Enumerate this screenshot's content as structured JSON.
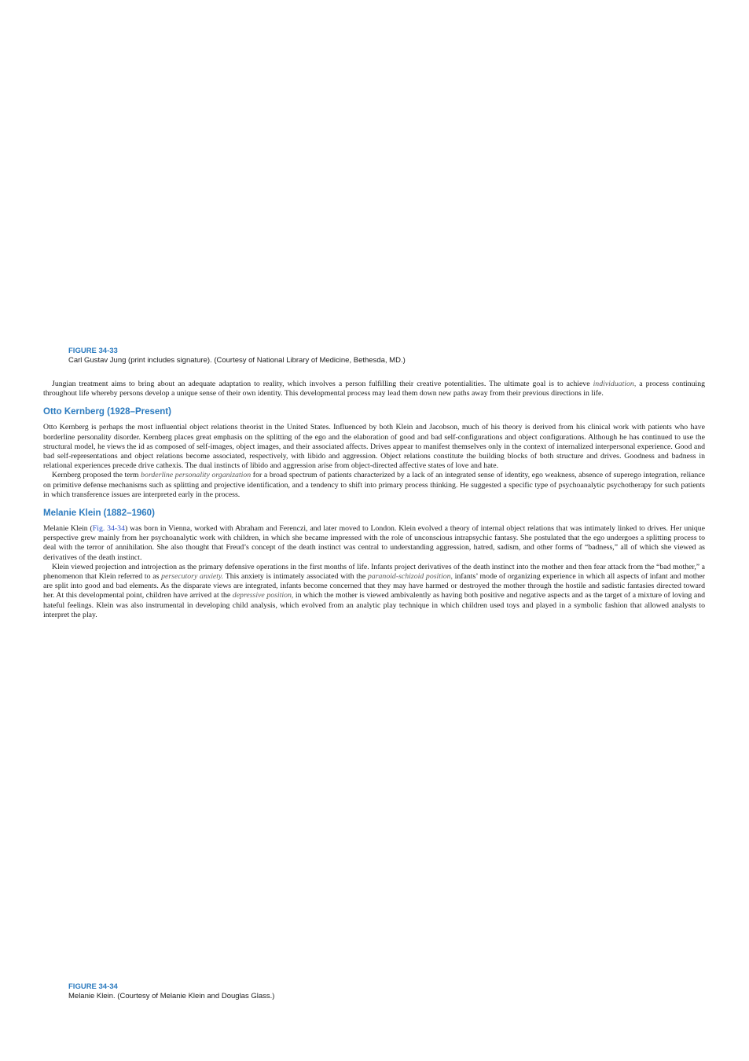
{
  "figure_33": {
    "label": "FIGURE 34-33",
    "caption": "Carl Gustav Jung (print includes signature). (Courtesy of National Library of Medicine, Bethesda, MD.)"
  },
  "jung_para": {
    "before": "Jungian treatment aims to bring about an adequate adaptation to reality, which involves a person fulfilling their creative potentialities. The ultimate goal is to achieve ",
    "term": "individuation,",
    "after": " a process continuing throughout life whereby persons develop a unique sense of their own identity. This developmental process may lead them down new paths away from their previous directions in life."
  },
  "kernberg": {
    "heading": "Otto Kernberg (1928–Present)",
    "para1": "Otto Kernberg is perhaps the most influential object relations theorist in the United States. Influenced by both Klein and Jacobson, much of his theory is derived from his clinical work with patients who have borderline personality disorder. Kernberg places great emphasis on the splitting of the ego and the elaboration of good and bad self-configurations and object configurations. Although he has continued to use the structural model, he views the id as composed of self-images, object images, and their associated affects. Drives appear to manifest themselves only in the context of internalized interpersonal experience. Good and bad self-representations and object relations become associated, respectively, with libido and aggression. Object relations constitute the building blocks of both structure and drives. Goodness and badness in relational experiences precede drive cathexis. The dual instincts of libido and aggression arise from object-directed affective states of love and hate.",
    "para2_before": "Kernberg proposed the term ",
    "para2_term": "borderline personality organization",
    "para2_after": " for a broad spectrum of patients characterized by a lack of an integrated sense of identity, ego weakness, absence of superego integration, reliance on primitive defense mechanisms such as splitting and projective identification, and a tendency to shift into primary process thinking. He suggested a specific type of psychoanalytic psychotherapy for such patients in which transference issues are interpreted early in the process."
  },
  "klein": {
    "heading": "Melanie Klein (1882–1960)",
    "para1_before": "Melanie Klein (",
    "para1_link": "Fig. 34-34",
    "para1_after": ") was born in Vienna, worked with Abraham and Ferenczi, and later moved to London. Klein evolved a theory of internal object relations that was intimately linked to drives. Her unique perspective grew mainly from her psychoanalytic work with children, in which she became impressed with the role of unconscious intrapsychic fantasy. She postulated that the ego undergoes a splitting process to deal with the terror of annihilation. She also thought that Freud’s concept of the death instinct was central to understanding aggression, hatred, sadism, and other forms of “badness,” all of which she viewed as derivatives of the death instinct.",
    "para2_a": "Klein viewed projection and introjection as the primary defensive operations in the first months of life. Infants project derivatives of the death instinct into the mother and then fear attack from the “bad mother,” a phenomenon that Klein referred to as ",
    "para2_term1": "persecutory anxiety.",
    "para2_b": " This anxiety is intimately associated with the ",
    "para2_term2": "paranoid-schizoid position,",
    "para2_c": " infants’ mode of organizing experience in which all aspects of infant and mother are split into good and bad elements. As the disparate views are integrated, infants become concerned that they may have harmed or destroyed the mother through the hostile and sadistic fantasies directed toward her. At this developmental point, children have arrived at the ",
    "para2_term3": "depressive position,",
    "para2_d": " in which the mother is viewed ambivalently as having both positive and negative aspects and as the target of a mixture of loving and hateful feelings. Klein was also instrumental in developing child analysis, which evolved from an analytic play technique in which children used toys and played in a symbolic fashion that allowed analysts to interpret the play."
  },
  "figure_34": {
    "label": "FIGURE 34-34",
    "caption": "Melanie Klein. (Courtesy of Melanie Klein and Douglas Glass.)"
  },
  "colors": {
    "accent": "#2c7bbf",
    "link": "#2c50c8",
    "text": "#1a1a1a"
  }
}
